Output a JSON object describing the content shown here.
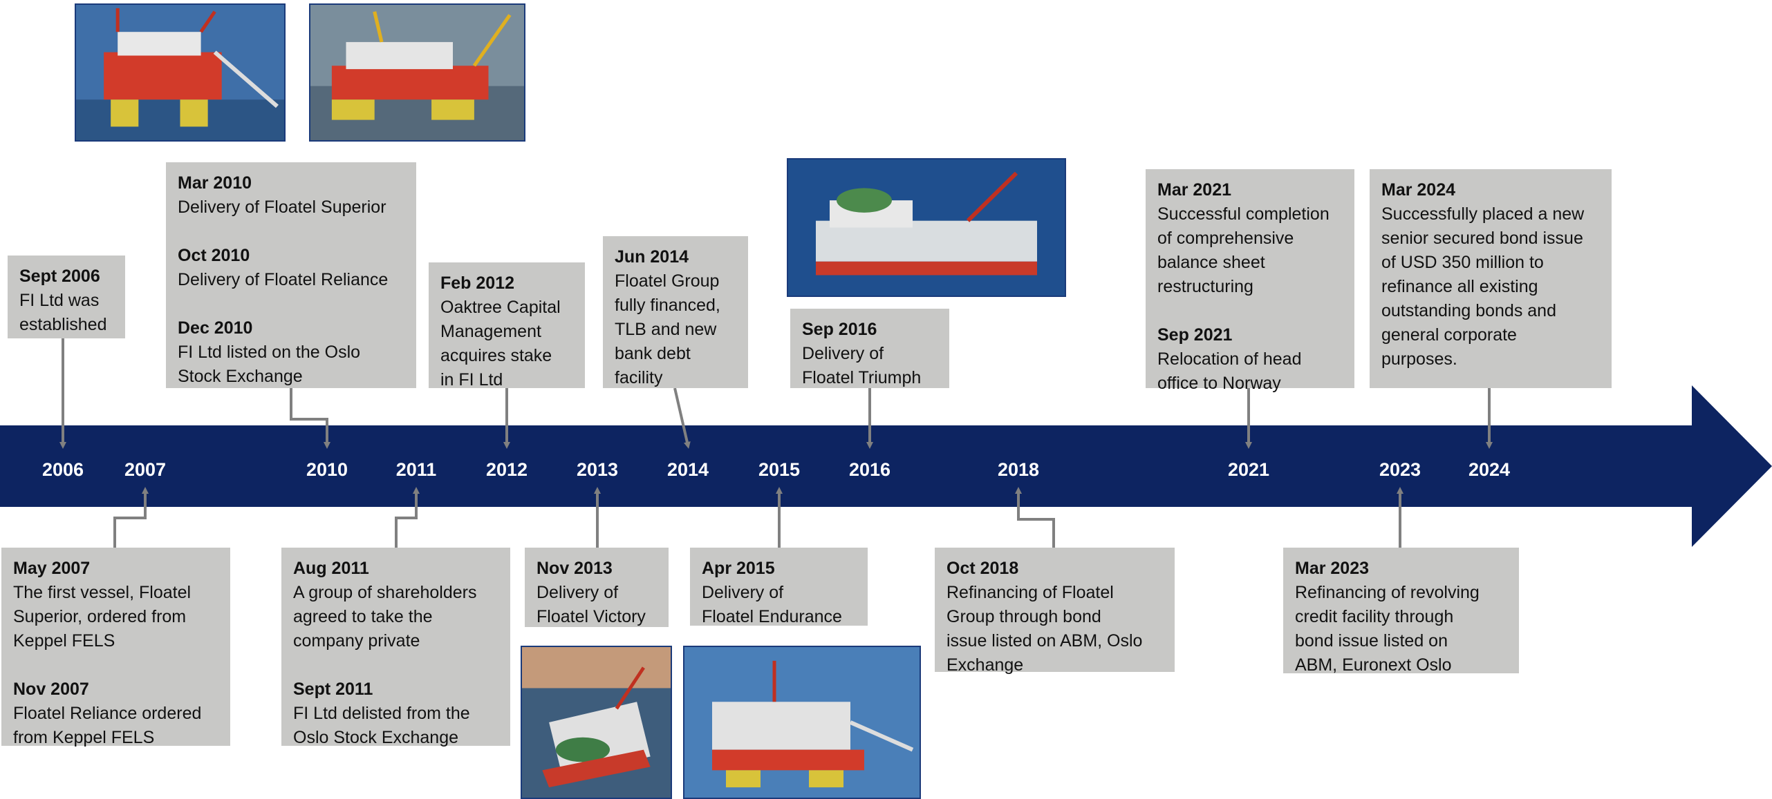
{
  "colors": {
    "band": "#0d2461",
    "box": "#c8c8c6",
    "connector": "#808080"
  },
  "years": [
    "2006",
    "2007",
    "2010",
    "2011",
    "2012",
    "2013",
    "2014",
    "2015",
    "2016",
    "2018",
    "2021",
    "2023",
    "2024"
  ],
  "events": {
    "sept2006": {
      "date": "Sept 2006",
      "text": "FI Ltd was\nestablished"
    },
    "mar2010": {
      "date": "Mar 2010",
      "text": "Delivery of Floatel Superior"
    },
    "oct2010": {
      "date": "Oct 2010",
      "text": "Delivery of Floatel Reliance"
    },
    "dec2010": {
      "date": "Dec 2010",
      "text": "FI Ltd listed on the Oslo\nStock Exchange"
    },
    "feb2012": {
      "date": "Feb 2012",
      "text": "Oaktree Capital\nManagement\nacquires stake\nin FI Ltd"
    },
    "jun2014": {
      "date": "Jun 2014",
      "text": "Floatel Group\nfully financed,\nTLB and new\nbank debt\nfacility"
    },
    "sep2016": {
      "date": "Sep 2016",
      "text": "Delivery of\nFloatel Triumph"
    },
    "mar2021": {
      "date": "Mar 2021",
      "text": "Successful completion\nof comprehensive\nbalance sheet\nrestructuring"
    },
    "sep2021": {
      "date": "Sep 2021",
      "text": "Relocation of head\noffice to Norway"
    },
    "mar2024": {
      "date": "Mar 2024",
      "text": "Successfully placed a new\nsenior secured bond issue\nof USD 350 million to\nrefinance all existing\noutstanding bonds and\ngeneral corporate\npurposes."
    },
    "may2007": {
      "date": "May 2007",
      "text": "The first vessel, Floatel\nSuperior, ordered from\nKeppel FELS"
    },
    "nov2007": {
      "date": "Nov 2007",
      "text": "Floatel Reliance ordered\nfrom Keppel FELS"
    },
    "aug2011": {
      "date": "Aug 2011",
      "text": "A group of shareholders\nagreed to take the\ncompany private"
    },
    "sept2011": {
      "date": "Sept 2011",
      "text": "FI Ltd delisted from the\nOslo Stock Exchange"
    },
    "nov2013": {
      "date": "Nov 2013",
      "text": "Delivery of\nFloatel Victory"
    },
    "apr2015": {
      "date": "Apr 2015",
      "text": "Delivery of\nFloatel Endurance"
    },
    "oct2018": {
      "date": "Oct 2018",
      "text": "Refinancing of Floatel\nGroup through bond\nissue listed on ABM, Oslo\nExchange"
    },
    "mar2023": {
      "date": "Mar 2023",
      "text": "Refinancing of revolving\ncredit facility through\nbond issue listed on\nABM, Euronext Oslo"
    }
  }
}
